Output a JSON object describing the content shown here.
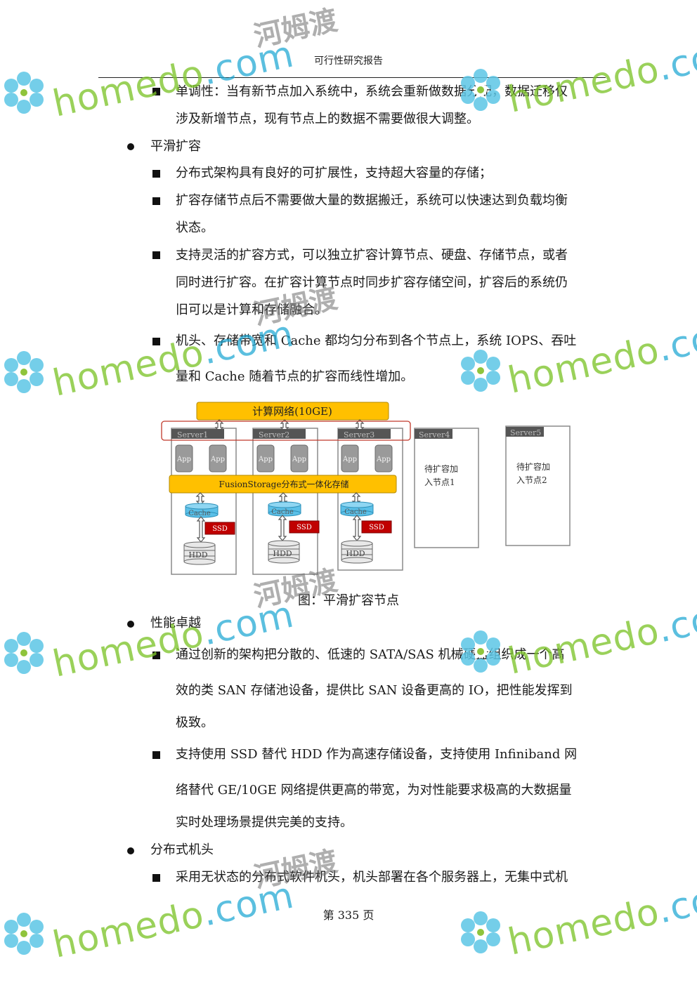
{
  "header": {
    "title": "可行性研究报告"
  },
  "content": [
    {
      "type": "square",
      "lines": [
        "单调性：当有新节点加入系统中，系统会重新做数据分配，数据迁移仅",
        "涉及新增节点，现有节点上的数据不需要做很大调整。"
      ]
    },
    {
      "type": "bullet",
      "lines": [
        "平滑扩容"
      ]
    },
    {
      "type": "square",
      "lines": [
        "分布式架构具有良好的可扩展性，支持超大容量的存储；"
      ]
    },
    {
      "type": "square",
      "lines": [
        "扩容存储节点后不需要做大量的数据搬迁，系统可以快速达到负载均衡",
        "状态。"
      ]
    },
    {
      "type": "square",
      "lines": [
        "支持灵活的扩容方式，可以独立扩容计算节点、硬盘、存储节点，或者",
        "同时进行扩容。在扩容计算节点时同步扩容存储空间，扩容后的系统仍",
        "旧可以是计算和存储融合。"
      ]
    },
    {
      "type": "square",
      "lines": [
        "机头、存储带宽和 Cache 都均匀分布到各个节点上，系统 IOPS、吞吐",
        "量和 Cache 随着节点的扩容而线性增加。"
      ]
    },
    {
      "type": "bullet",
      "lines": [
        "性能卓越"
      ]
    },
    {
      "type": "square",
      "lines": [
        "通过创新的架构把分散的、低速的 SATA/SAS 机械硬盘组织成一个高",
        "效的类 SAN 存储池设备，提供比 SAN 设备更高的 IO，把性能发挥到",
        "极致。"
      ]
    },
    {
      "type": "square",
      "lines": [
        "支持使用 SSD 替代 HDD 作为高速存储设备，支持使用 Infiniband 网",
        "络替代 GE/10GE 网络提供更高的带宽，为对性能要求极高的大数据量",
        "实时处理场景提供完美的支持。"
      ]
    },
    {
      "type": "bullet",
      "lines": [
        "分布式机头"
      ]
    },
    {
      "type": "square",
      "lines": [
        "采用无状态的分布式软件机头，机头部署在各个服务器上，无集中式机"
      ]
    }
  ],
  "figure": {
    "network_label": "计算网络(10GE)",
    "storage_label": "FusionStorage分布式一体化存储",
    "servers": [
      "Server1",
      "Server2",
      "Server3",
      "Server4",
      "Server5"
    ],
    "app_label": "App",
    "cache_label": "Cache",
    "ssd_label": "SSD",
    "hdd_label": "HDD",
    "pending1": [
      "待扩容加",
      "入节点1"
    ],
    "pending2": [
      "待扩容加",
      "入节点2"
    ],
    "caption": "图：平滑扩容节点"
  },
  "footer": {
    "page": "第 335 页"
  },
  "watermark": {
    "site_a": "home",
    "site_b": "do",
    "site_c": ".com",
    "cn": "河姆渡",
    "colors": {
      "green": "#7ec42c",
      "blue": "#1ca6d2"
    }
  }
}
